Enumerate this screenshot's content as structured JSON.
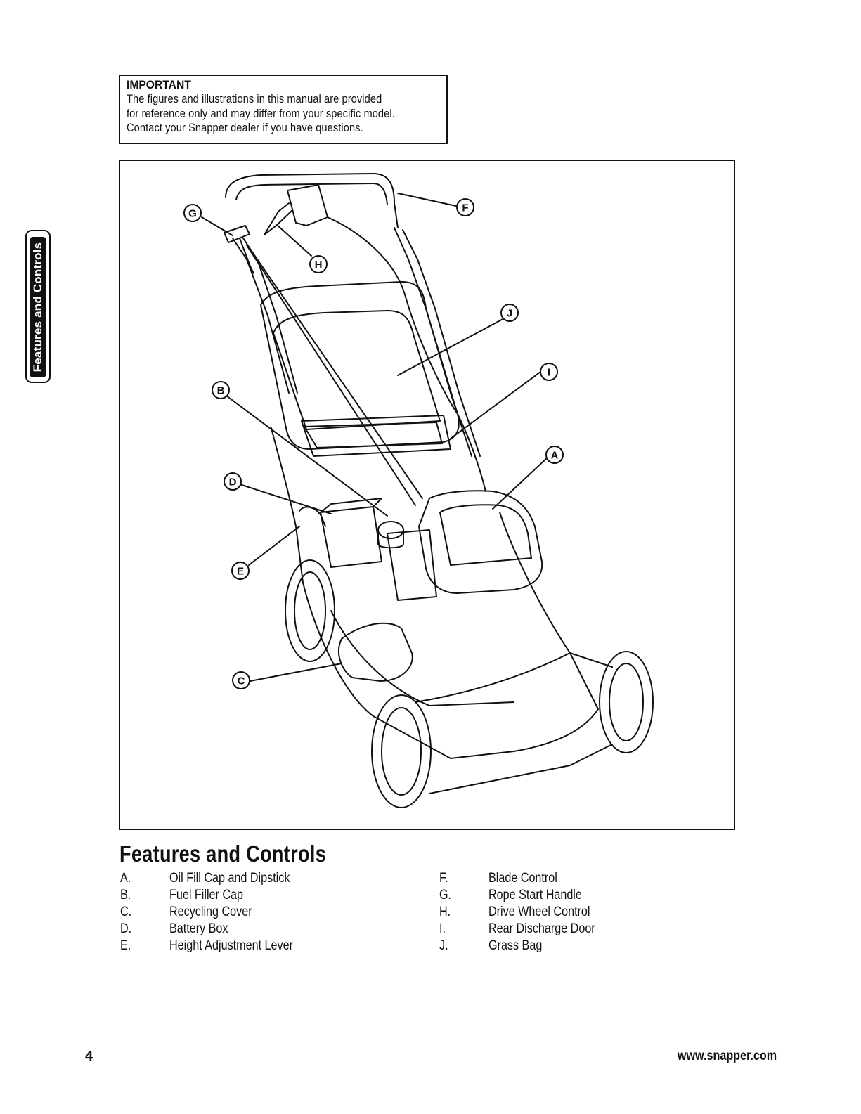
{
  "important": {
    "title": "IMPORTANT",
    "lines": [
      "The figures and illustrations in this manual are provided",
      "for reference only and may differ from your specific model.",
      "Contact your Snapper dealer if you have questions."
    ]
  },
  "side_tab": {
    "label": "Features and Controls"
  },
  "figure": {
    "callouts": {
      "A": "A",
      "B": "B",
      "C": "C",
      "D": "D",
      "E": "E",
      "F": "F",
      "G": "G",
      "H": "H",
      "I": "I",
      "J": "J"
    }
  },
  "section": {
    "title": "Features and Controls",
    "left_items": [
      {
        "letter": "A.",
        "label": "Oil Fill Cap and Dipstick"
      },
      {
        "letter": "B.",
        "label": "Fuel Filler Cap"
      },
      {
        "letter": "C.",
        "label": "Recycling Cover"
      },
      {
        "letter": "D.",
        "label": "Battery Box"
      },
      {
        "letter": "E.",
        "label": "Height Adjustment Lever"
      }
    ],
    "right_items": [
      {
        "letter": "F.",
        "label": "Blade Control"
      },
      {
        "letter": "G.",
        "label": "Rope Start Handle"
      },
      {
        "letter": "H.",
        "label": "Drive Wheel Control"
      },
      {
        "letter": "I.",
        "label": "Rear Discharge Door"
      },
      {
        "letter": "J.",
        "label": "Grass Bag"
      }
    ]
  },
  "footer": {
    "page_number": "4",
    "url": "www.snapper.com"
  }
}
